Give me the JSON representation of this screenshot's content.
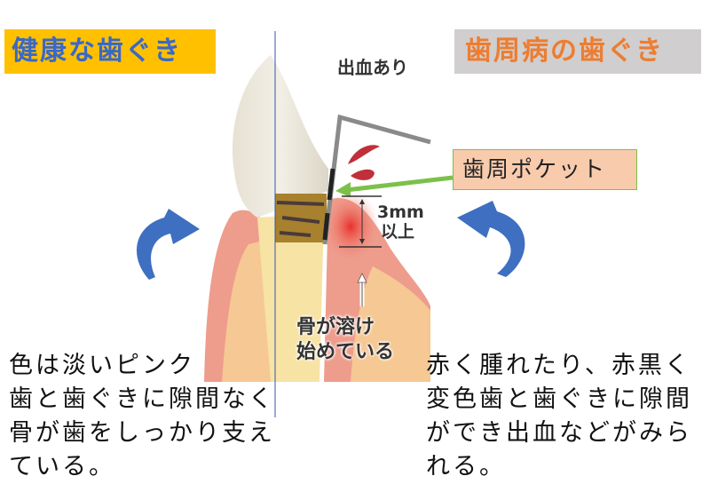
{
  "labels": {
    "healthy": "健康な歯ぐき",
    "periodontal": "歯周病の歯ぐき"
  },
  "illustration": {
    "bleeding": "出血あり",
    "pocket": "歯周ポケット",
    "depth_line1": "3mm",
    "depth_line2": "以上",
    "bone_line1": "骨が溶け",
    "bone_line2": "始めている"
  },
  "descriptions": {
    "healthy": [
      "色は淡いピンク",
      "歯と歯ぐきに隙間なく",
      "骨が歯をしっかり支え",
      "ている。"
    ],
    "periodontal": [
      "赤く腫れたり、赤黒く",
      "変色歯と歯ぐきに隙間",
      "ができ出血などがみら",
      "れる。"
    ]
  },
  "colors": {
    "healthy_bg": "#FFC000",
    "healthy_text": "#3A68C8",
    "periodontal_bg": "#D0CECE",
    "periodontal_text": "#ED7D31",
    "pocket_bg": "#F8CBAD",
    "arrow_blue": "#3E6FC0",
    "pointer_green": "#7CC04A"
  }
}
